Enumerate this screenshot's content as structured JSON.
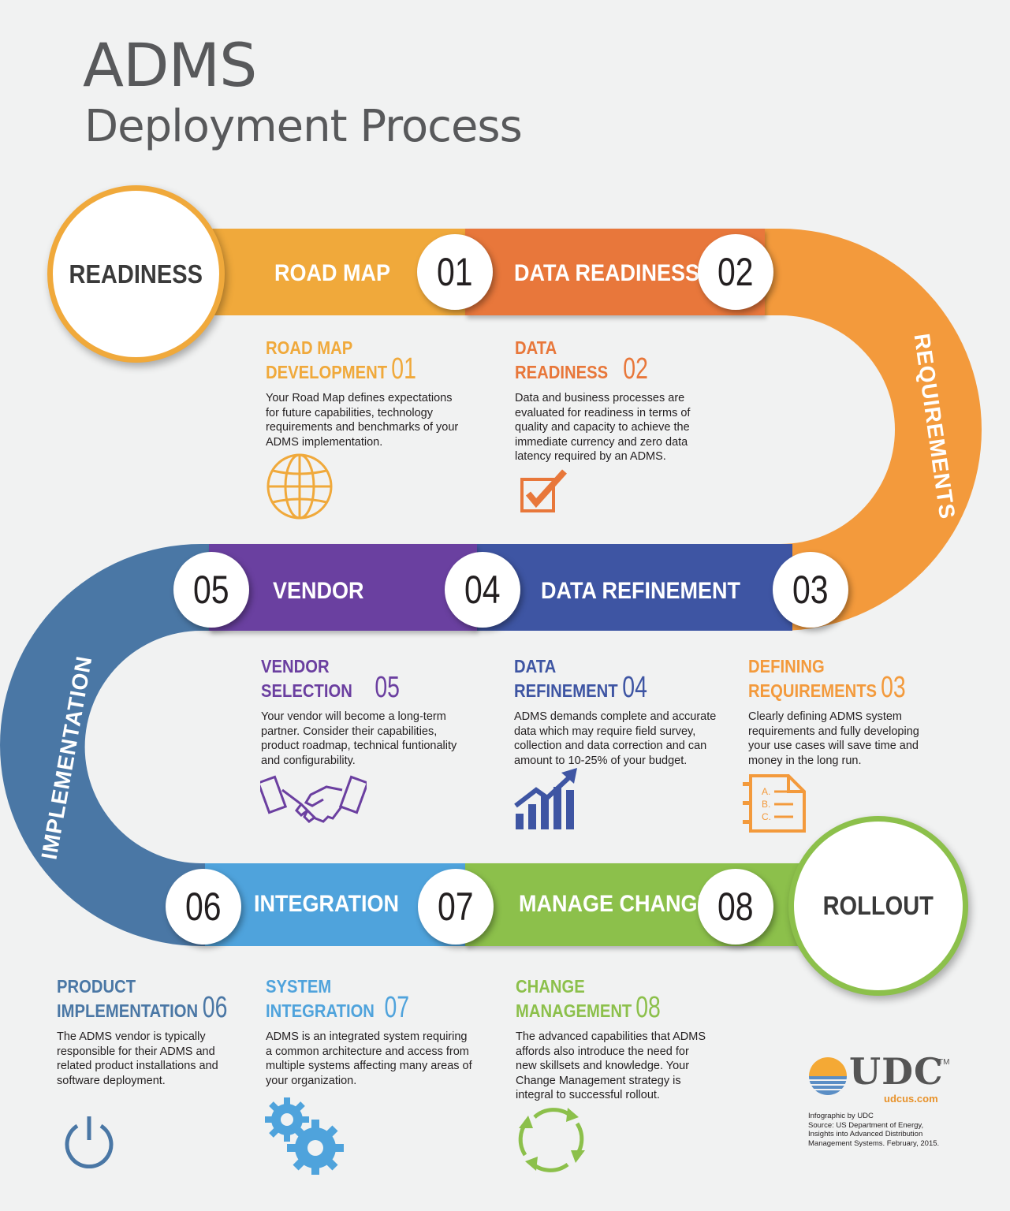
{
  "title": {
    "line1": "ADMS",
    "line2": "Deployment Process"
  },
  "colors": {
    "roadmap": "#f0a93b",
    "data_readiness": "#e8773a",
    "requirements": "#f39a3c",
    "data_refinement": "#3e55a3",
    "vendor": "#6b3fa0",
    "implementation": "#4a77a5",
    "integration": "#4fa3dc",
    "manage_change": "#8cc04b"
  },
  "road": {
    "start_label": "READINESS",
    "end_label": "ROLLOUT",
    "curve_right_label": "REQUIREMENTS",
    "curve_left_label": "IMPLEMENTATION",
    "steps": [
      {
        "num": "01",
        "label": "ROAD MAP"
      },
      {
        "num": "02",
        "label": "DATA READINESS"
      },
      {
        "num": "03",
        "label": ""
      },
      {
        "num": "04",
        "label": "DATA REFINEMENT"
      },
      {
        "num": "05",
        "label": "VENDOR"
      },
      {
        "num": "06",
        "label": ""
      },
      {
        "num": "07",
        "label": "INTEGRATION"
      },
      {
        "num": "08",
        "label": "MANAGE CHANGE"
      }
    ]
  },
  "sections": [
    {
      "title1": "ROAD MAP",
      "title2": "DEVELOPMENT",
      "num": "01",
      "icon": "globe-icon",
      "body": "Your Road Map defines expectations for future capabilities, technology requirements and benchmarks of your ADMS implementation."
    },
    {
      "title1": "DATA",
      "title2": "READINESS",
      "num": "02",
      "icon": "checkbox-icon",
      "body": "Data and business processes are evaluated for readiness in terms of quality and capacity to achieve the immediate currency and zero data latency required by an ADMS."
    },
    {
      "title1": "DEFINING",
      "title2": "REQUIREMENTS",
      "num": "03",
      "icon": "checklist-icon",
      "body": "Clearly defining ADMS system requirements and fully developing your use cases will save time and money in the long run."
    },
    {
      "title1": "DATA",
      "title2": "REFINEMENT",
      "num": "04",
      "icon": "growth-chart-icon",
      "body": "ADMS demands complete and accurate data which may require field survey, collection and data correction and can amount to 10-25% of your budget."
    },
    {
      "title1": "VENDOR",
      "title2": "SELECTION",
      "num": "05",
      "icon": "handshake-icon",
      "body": "Your vendor will become a long-term partner. Consider their capabilities, product roadmap, technical funtionality and configurability."
    },
    {
      "title1": "PRODUCT",
      "title2": "IMPLEMENTATION",
      "num": "06",
      "icon": "power-icon",
      "body": "The ADMS vendor is typically responsible for their ADMS and related product installations and software deployment."
    },
    {
      "title1": "SYSTEM",
      "title2": "INTEGRATION",
      "num": "07",
      "icon": "gears-icon",
      "body": "ADMS is an integrated system requiring a common architecture and access from multiple systems affecting many areas of your organization."
    },
    {
      "title1": "CHANGE",
      "title2": "MANAGEMENT",
      "num": "08",
      "icon": "recycle-arrows-icon",
      "body": "The advanced capabilities that ADMS affords also introduce the need for new skillsets and knowledge. Your Change Management strategy is integral to successful rollout."
    }
  ],
  "branding": {
    "logo": "UDC",
    "tm": "TM",
    "url": "udcus.com",
    "credit": [
      "Infographic by UDC",
      "Source: US Department of Energy,",
      "Insights into Advanced Distribution",
      "Management Systems. February, 2015."
    ]
  }
}
